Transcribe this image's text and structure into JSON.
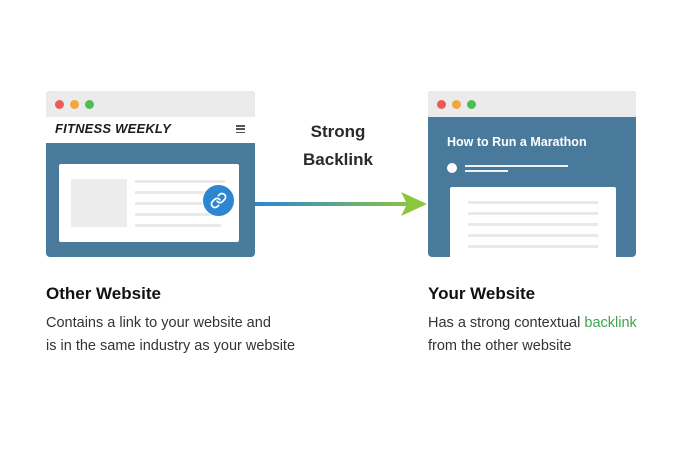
{
  "other_site": {
    "brand": "FITNESS WEEKLY",
    "title": "Other Website",
    "desc_line1": "Contains a link to your website and",
    "desc_line2": "is in the same industry as your website"
  },
  "arrow": {
    "line1": "Strong",
    "line2": "Backlink"
  },
  "your_site": {
    "article_title": "How to Run a Marathon",
    "title": "Your Website",
    "desc_line1_prefix": "Has a strong contextual ",
    "desc_line1_highlight": "backlink",
    "desc_line2": "from the other website"
  },
  "colors": {
    "window_blue": "#4a7a9b",
    "link_badge_blue": "#2c86d1",
    "arrow_start": "#2a86d6",
    "arrow_end": "#8cc63f",
    "highlight_green": "#3fa34d"
  },
  "icons": {
    "link_badge": "link-icon",
    "menu": "hamburger-menu-icon"
  }
}
